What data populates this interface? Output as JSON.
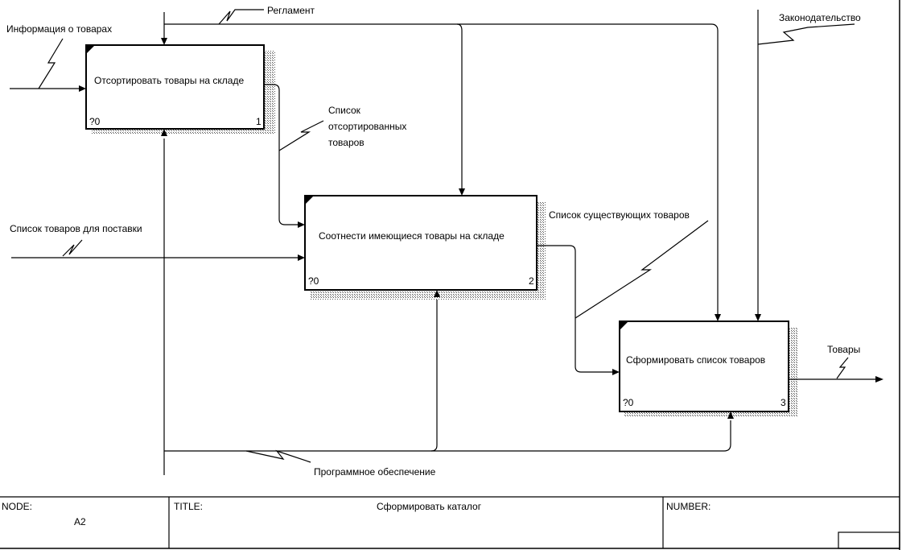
{
  "activities": [
    {
      "name": "Отсортировать товары на складе",
      "cost": "?0",
      "number": "1"
    },
    {
      "name": "Соотнести имеющиеся товары на складе",
      "cost": "?0",
      "number": "2"
    },
    {
      "name": "Сформировать список товаров",
      "cost": "?0",
      "number": "3"
    }
  ],
  "arrows": {
    "info_goods": "Информация о товарах",
    "reglament": "Регламент",
    "legislation": "Законодательство",
    "sorted_list_line1": "Список",
    "sorted_list_line2": "отсортированных",
    "sorted_list_line3": "товаров",
    "delivery_list": "Список товаров для поставки",
    "existing_list": "Список существующих товаров",
    "goods_out": "Товары",
    "software": "Программное обеспечение"
  },
  "footer": {
    "node_label": "NODE:",
    "node_value": "A2",
    "title_label": "TITLE:",
    "title_value": "Сформировать каталог",
    "number_label": "NUMBER:"
  }
}
